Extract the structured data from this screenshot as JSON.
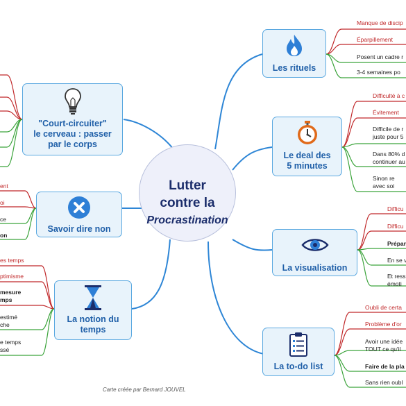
{
  "center": {
    "line1": "Lutter",
    "line2": "contre la",
    "line3": "Procrastination"
  },
  "credit": "Carte créée par Bernard JOUVEL",
  "branches": {
    "rituels": {
      "label": "Les rituels",
      "icon": "flame-icon",
      "leaves": [
        "Manque de discip",
        "Éparpillement",
        "Posent un cadre r",
        "3-4 semaines po"
      ]
    },
    "deal": {
      "label": "Le deal des\n5 minutes",
      "icon": "stopwatch-icon",
      "leaves": [
        "Difficulté à c",
        "Évitement",
        "Difficile de r\njuste pour 5",
        "Dans 80% d\ncontinuer au",
        "Sinon re\navec soi"
      ]
    },
    "visualisation": {
      "label": "La visualisation",
      "icon": "eye-icon",
      "leaves": [
        "Difficu",
        "Difficu",
        "Prépar",
        "En se v",
        "Et ress\némoti"
      ]
    },
    "todo": {
      "label": "La to-do list",
      "icon": "checklist-icon",
      "leaves": [
        "Oubli de certa",
        "Problème d'or",
        "Avoir une idée\nTOUT ce qu'il",
        "Faire de la pla",
        "Sans rien oubl"
      ]
    },
    "court": {
      "label": "\"Court-circuiter\"\nle cerveau : passer\npar le corps",
      "icon": "lightbulb-icon"
    },
    "dire_non": {
      "label": "Savoir dire non",
      "icon": "x-circle-icon",
      "leaves": [
        "ent",
        "oi",
        "ce",
        "on"
      ]
    },
    "temps": {
      "label": "La notion du\ntemps",
      "icon": "hourglass-icon",
      "leaves": [
        "es temps",
        "ptimisme",
        "mesure\nmps",
        "estimé\nche",
        "e temps\nssé"
      ]
    }
  },
  "colors": {
    "branch": "#2e86d6",
    "red_leaf": "#c0282a",
    "green_leaf": "#3aa33a",
    "node_fill": "#e8f3fb",
    "node_border": "#5aa8e0",
    "node_text": "#1f5fa8",
    "center_text": "#1b2d6b"
  }
}
